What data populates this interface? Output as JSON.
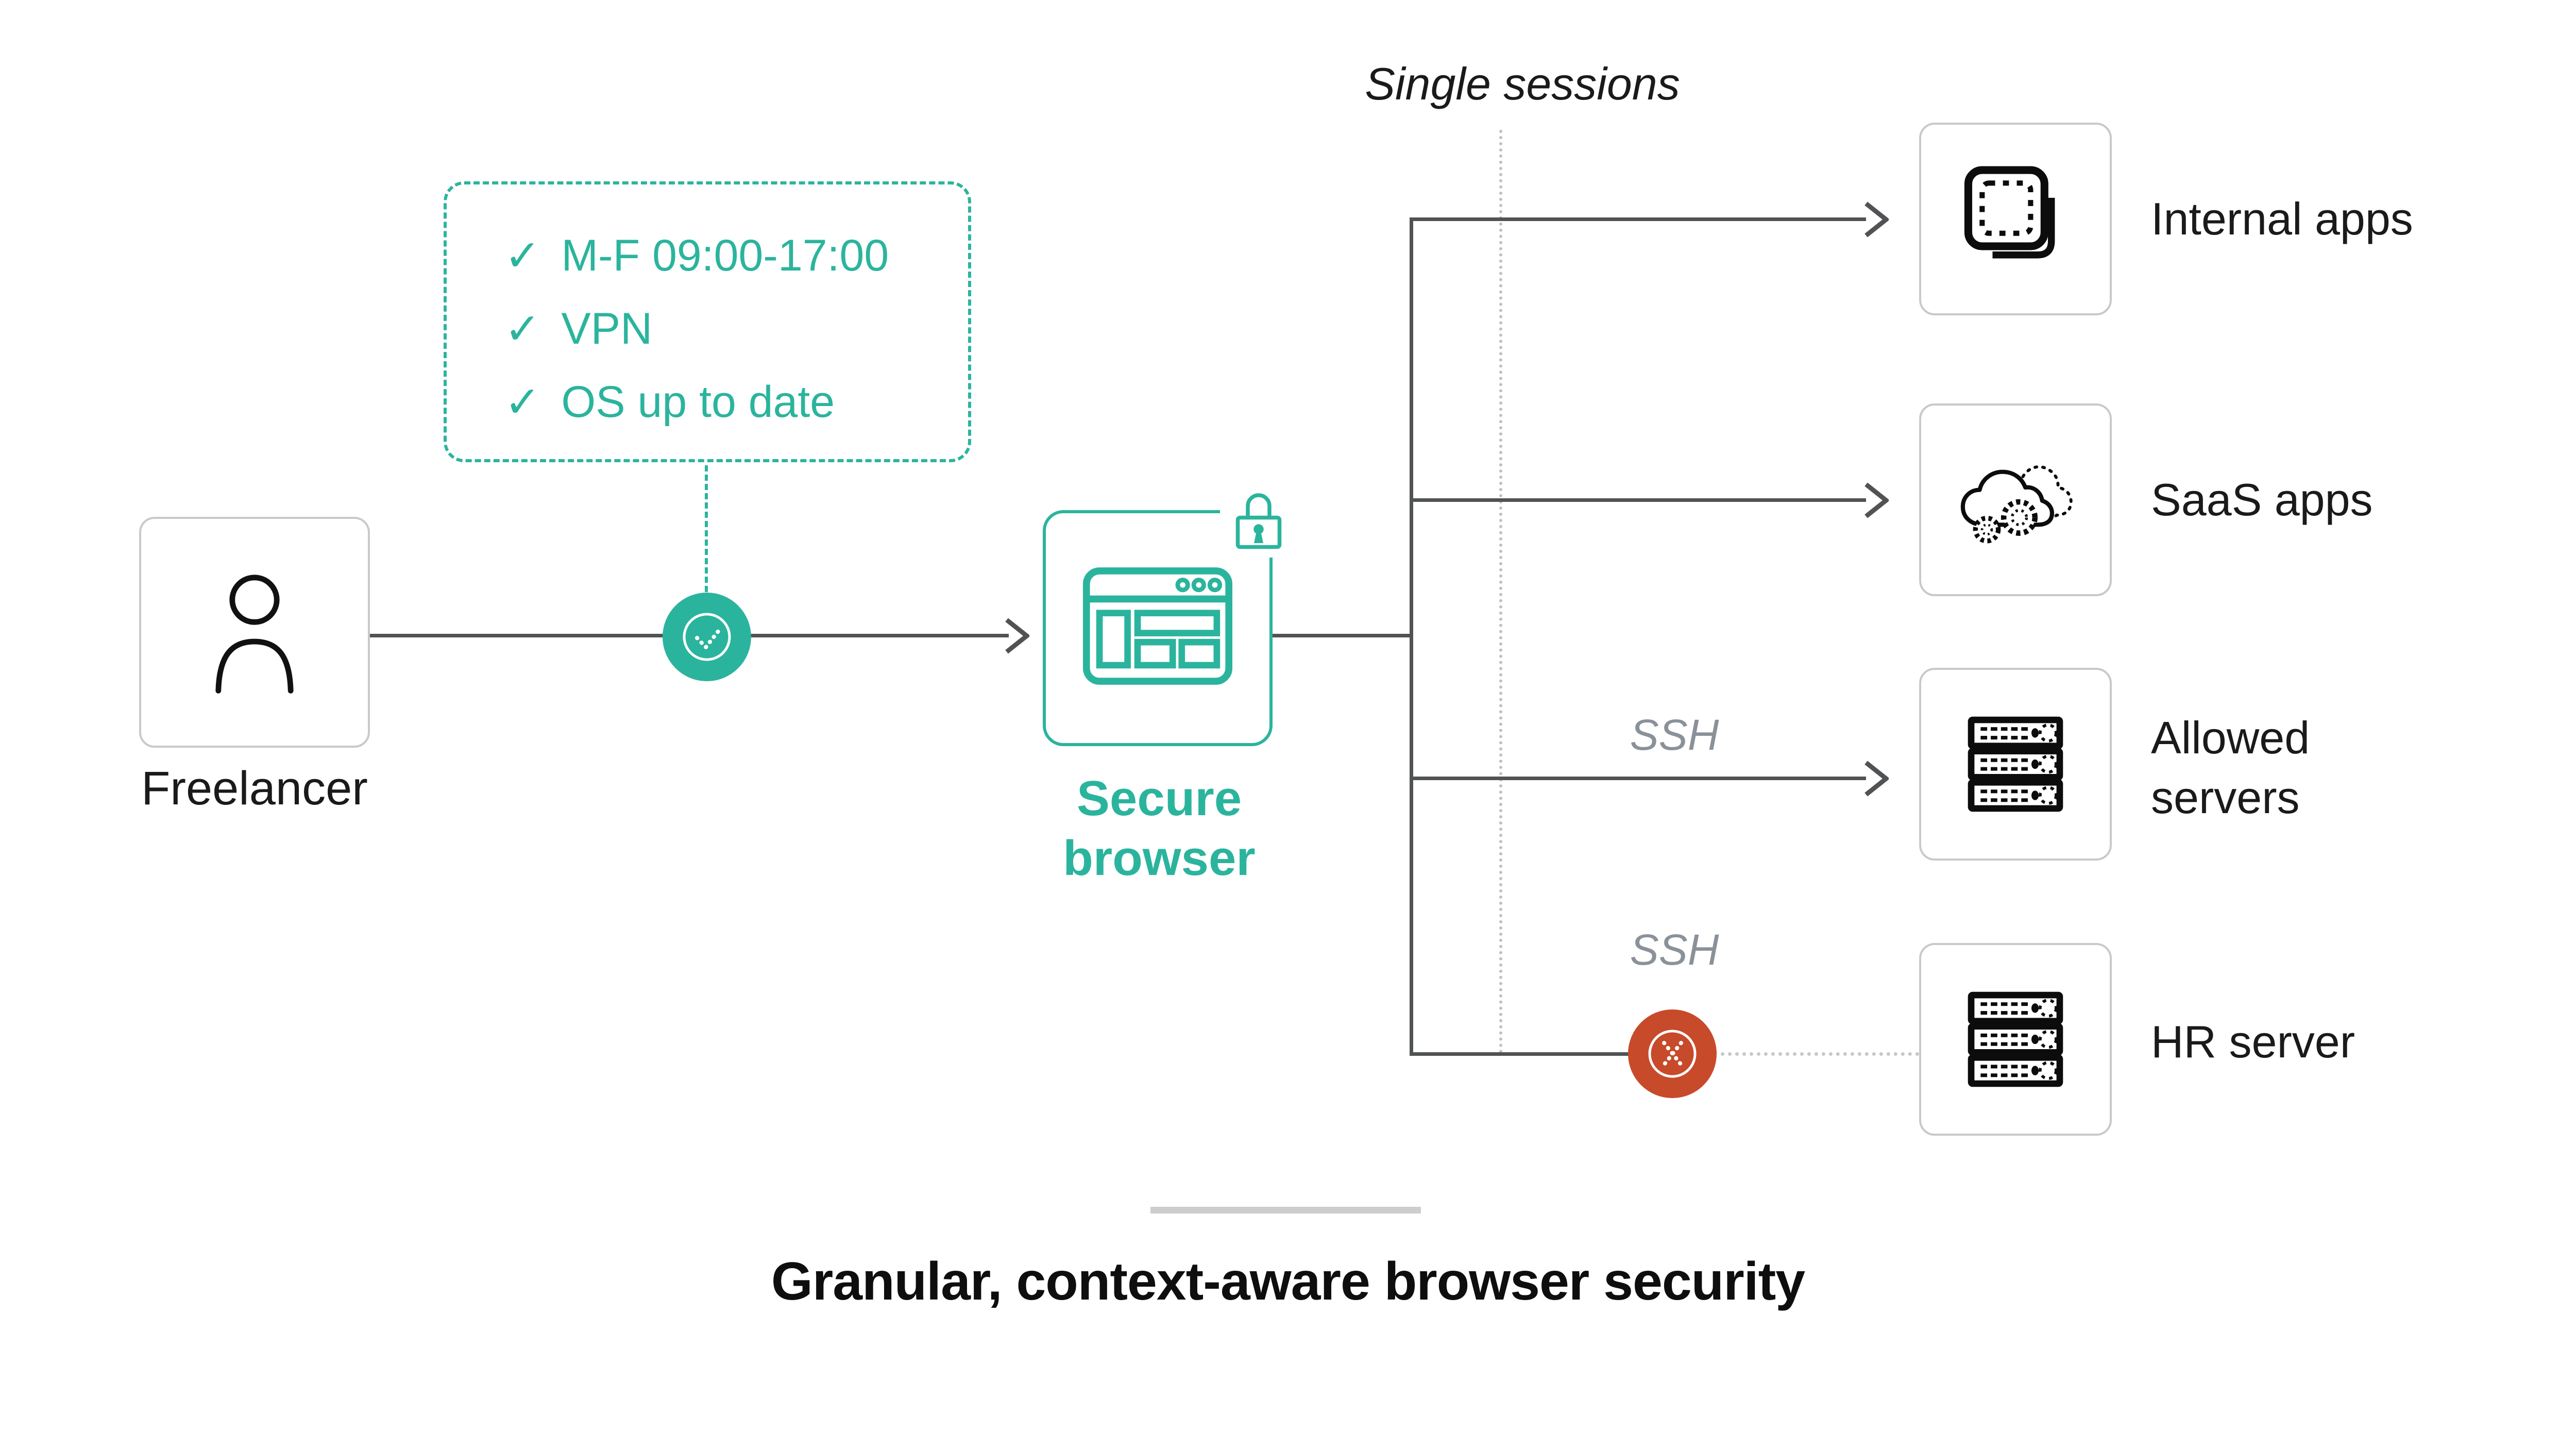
{
  "source": {
    "label": "Freelancer",
    "icon": "person-icon"
  },
  "checklist": {
    "items": [
      {
        "check": "✓",
        "text": "M-F 09:00-17:00"
      },
      {
        "check": "✓",
        "text": "VPN"
      },
      {
        "check": "✓",
        "text": "OS up to date"
      }
    ]
  },
  "gateway": {
    "label": "Secure browser",
    "label_lines": [
      "Secure",
      "browser"
    ],
    "icons": [
      "browser-window-icon",
      "lock-icon"
    ],
    "status_icon": "check-circle-icon"
  },
  "sessions": {
    "label": "Single sessions"
  },
  "destinations": [
    {
      "label": "Internal apps",
      "icon": "internal-apps-icon",
      "access": "allowed"
    },
    {
      "label": "SaaS apps",
      "icon": "saas-cloud-icon",
      "access": "allowed"
    },
    {
      "label": "Allowed\nservers",
      "icon": "server-stack-icon",
      "protocol": "SSH",
      "access": "allowed"
    },
    {
      "label": "HR server",
      "icon": "server-stack-icon",
      "protocol": "SSH",
      "access": "blocked",
      "blocked_icon": "blocked-circle-icon"
    }
  ],
  "caption": "Granular, context-aware browser security",
  "colors": {
    "accent_teal": "#2BB49D",
    "blocked_red": "#C74A2A",
    "connector_dark": "#515254",
    "box_border_gray": "#C9C9C9",
    "text_dark": "#1A1A1A",
    "muted_gray": "#8A9199",
    "dotted_gray": "#BDBFC1",
    "divider_gray": "#CDCDCD"
  }
}
